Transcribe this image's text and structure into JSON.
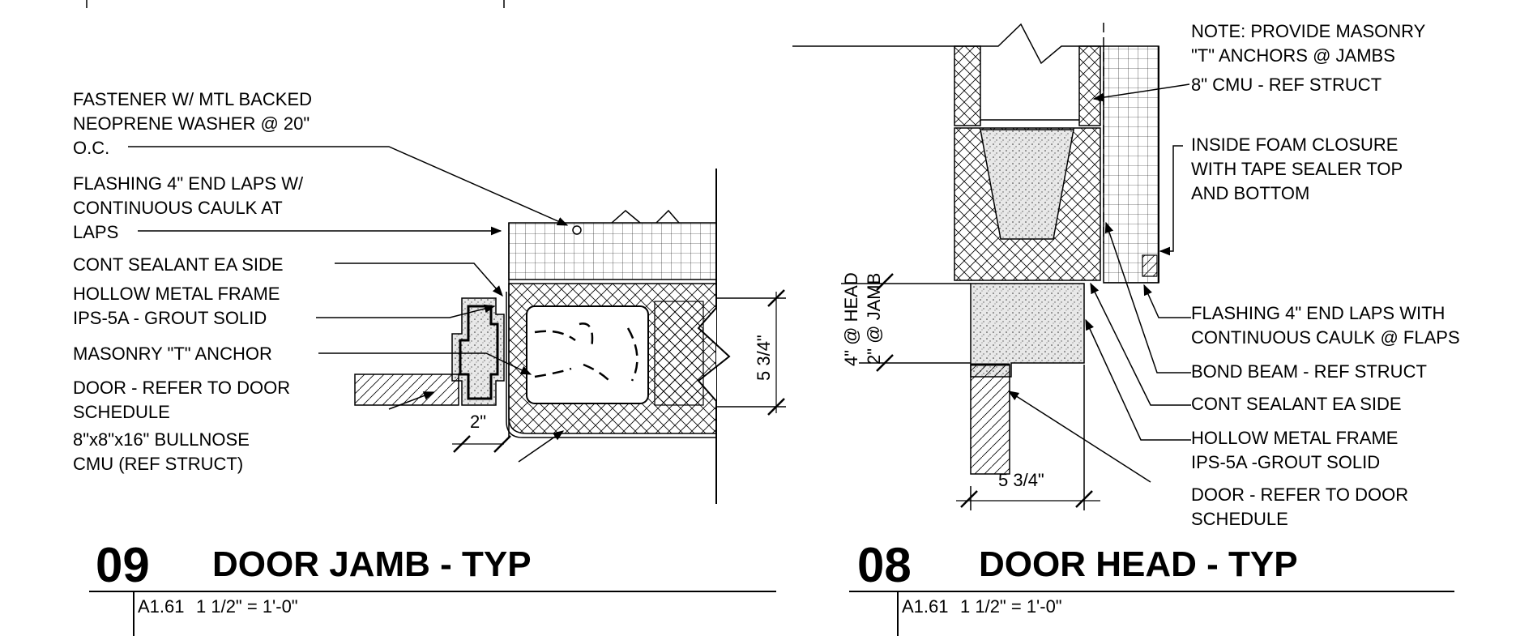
{
  "left_detail": {
    "number": "09",
    "title": "DOOR JAMB - TYP",
    "sheet_ref": "A1.61",
    "scale": "1 1/2\" = 1'-0\"",
    "notes": [
      [
        "FASTENER W/ MTL BACKED",
        "NEOPRENE WASHER @ 20\"",
        "O.C."
      ],
      [
        "FLASHING 4\" END LAPS W/",
        "CONTINUOUS CAULK AT",
        "LAPS"
      ],
      [
        "CONT SEALANT EA SIDE"
      ],
      [
        "HOLLOW METAL FRAME",
        "IPS-5A - GROUT SOLID"
      ],
      [
        "MASONRY \"T\" ANCHOR"
      ],
      [
        "DOOR - REFER TO DOOR",
        "SCHEDULE"
      ],
      [
        "8\"x8\"x16\" BULLNOSE",
        "CMU (REF STRUCT)"
      ]
    ],
    "dims": {
      "depth": "5 3/4\"",
      "width": "2\""
    }
  },
  "right_detail": {
    "number": "08",
    "title": "DOOR HEAD - TYP",
    "sheet_ref": "A1.61",
    "scale": "1 1/2\" = 1'-0\"",
    "notes": [
      [
        "NOTE: PROVIDE MASONRY",
        "\"T\" ANCHORS @ JAMBS"
      ],
      [
        "8\" CMU - REF STRUCT"
      ],
      [
        "INSIDE FOAM CLOSURE",
        "WITH TAPE SEALER TOP",
        "AND BOTTOM"
      ],
      [
        "FLASHING 4\" END LAPS WITH",
        "CONTINUOUS CAULK @ FLAPS"
      ],
      [
        "BOND BEAM - REF STRUCT"
      ],
      [
        "CONT SEALANT EA SIDE"
      ],
      [
        "HOLLOW METAL FRAME",
        "IPS-5A -GROUT SOLID"
      ],
      [
        "DOOR - REFER TO DOOR",
        "SCHEDULE"
      ]
    ],
    "dims": {
      "head": "4\" @ HEAD",
      "jamb": "2\" @ JAMB",
      "width": "5 3/4\""
    }
  }
}
